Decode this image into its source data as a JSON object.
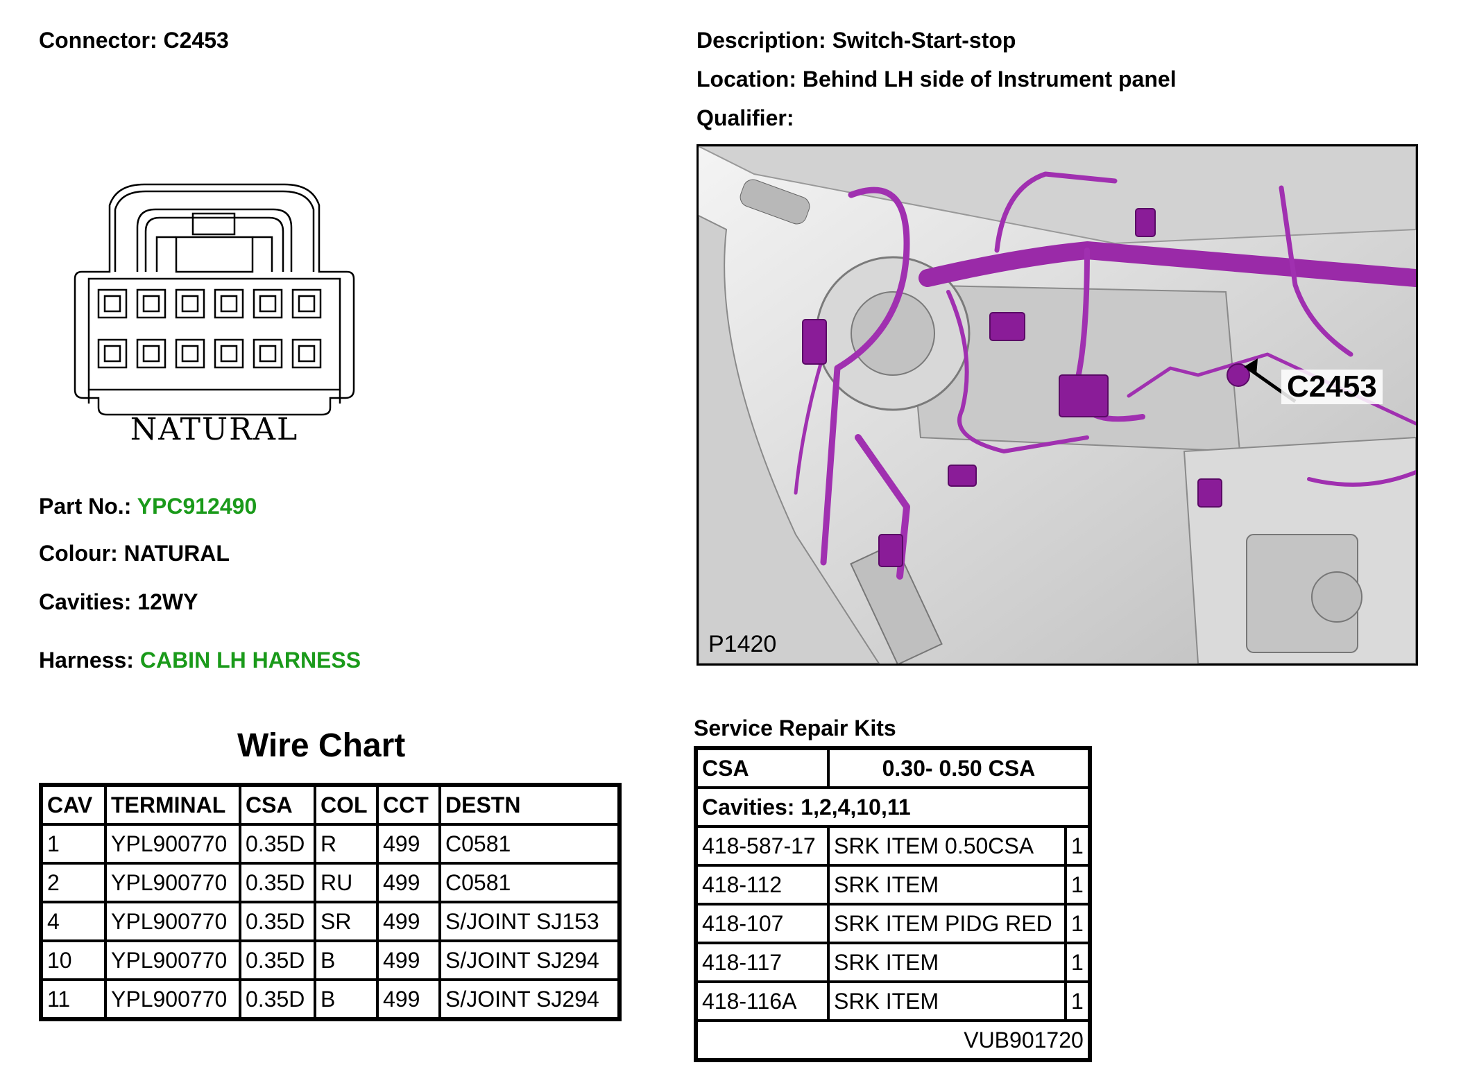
{
  "header": {
    "connector_label": "Connector:",
    "connector_value": "C2453",
    "description_label": "Description:",
    "description_value": "Switch-Start-stop",
    "location_label": "Location:",
    "location_value": "Behind LH side of Instrument panel",
    "qualifier_label": "Qualifier:",
    "qualifier_value": ""
  },
  "connector_drawing": {
    "caption": "NATURAL",
    "cavity_rows": 2,
    "cavities_per_row": 6
  },
  "part_info": {
    "part_no_label": "Part No.:",
    "part_no_value": "YPC912490",
    "colour_label": "Colour:",
    "colour_value": "NATURAL",
    "cavities_label": "Cavities:",
    "cavities_value": "12WY",
    "harness_label": "Harness:",
    "harness_value": "CABIN LH HARNESS"
  },
  "photo": {
    "code": "P1420",
    "callout": "C2453"
  },
  "wire_chart": {
    "title": "Wire Chart",
    "headers": [
      "CAV",
      "TERMINAL",
      "CSA",
      "COL",
      "CCT",
      "DESTN"
    ],
    "rows": [
      [
        "1",
        "YPL900770",
        "0.35D",
        "R",
        "499",
        "C0581"
      ],
      [
        "2",
        "YPL900770",
        "0.35D",
        "RU",
        "499",
        "C0581"
      ],
      [
        "4",
        "YPL900770",
        "0.35D",
        "SR",
        "499",
        "S/JOINT SJ153"
      ],
      [
        "10",
        "YPL900770",
        "0.35D",
        "B",
        "499",
        "S/JOINT SJ294"
      ],
      [
        "11",
        "YPL900770",
        "0.35D",
        "B",
        "499",
        "S/JOINT SJ294"
      ]
    ]
  },
  "service_repair_kits": {
    "title": "Service Repair Kits",
    "csa_label": "CSA",
    "csa_value": "0.30- 0.50 CSA",
    "cavities": "Cavities: 1,2,4,10,11",
    "items": [
      [
        "418-587-17",
        "SRK ITEM 0.50CSA",
        "1"
      ],
      [
        "418-112",
        "SRK ITEM",
        "1"
      ],
      [
        "418-107",
        "SRK ITEM PIDG RED",
        "1"
      ],
      [
        "418-117",
        "SRK ITEM",
        "1"
      ],
      [
        "418-116A",
        "SRK ITEM",
        "1"
      ]
    ],
    "footer": "VUB901720"
  },
  "colors": {
    "accent_green": "#1a9a1a",
    "harness_purple": "#a030b0"
  }
}
